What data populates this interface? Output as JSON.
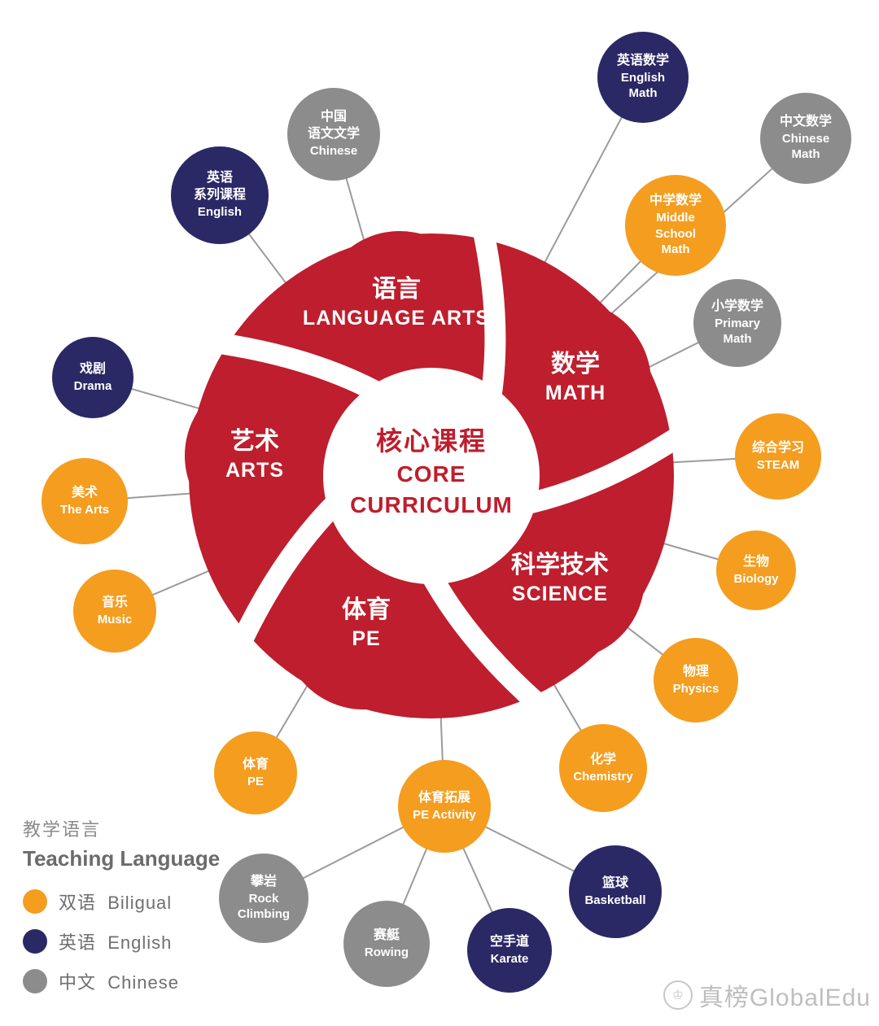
{
  "colors": {
    "wheel_red": "#BE1E2D",
    "bilingual_orange": "#F49D1F",
    "english_navy": "#2B2866",
    "chinese_gray": "#8C8C8C",
    "connector_line": "#9B9B9B"
  },
  "hub": {
    "center": [
      "核心课程",
      "CORE",
      "CURRICULUM"
    ],
    "blades": [
      {
        "zh": "语言",
        "en": "LANGUAGE ARTS"
      },
      {
        "zh": "数学",
        "en": "MATH"
      },
      {
        "zh": "科学技术",
        "en": "SCIENCE"
      },
      {
        "zh": "体育",
        "en": "PE"
      },
      {
        "zh": "艺术",
        "en": "ARTS"
      }
    ]
  },
  "satellites": [
    {
      "name": "english-course",
      "type": "english",
      "lines": [
        "英语",
        "系列课程",
        "English"
      ]
    },
    {
      "name": "chinese-language",
      "type": "chinese",
      "lines": [
        "中国",
        "语文文学",
        "Chinese"
      ]
    },
    {
      "name": "english-math",
      "type": "english",
      "lines": [
        "英语数学",
        "English",
        "Math"
      ]
    },
    {
      "name": "chinese-math",
      "type": "chinese",
      "lines": [
        "中文数学",
        "Chinese",
        "Math"
      ]
    },
    {
      "name": "middle-school-math",
      "type": "bilingual",
      "lines": [
        "中学数学",
        "Middle",
        "School",
        "Math"
      ]
    },
    {
      "name": "primary-math",
      "type": "chinese",
      "lines": [
        "小学数学",
        "Primary",
        "Math"
      ]
    },
    {
      "name": "steam",
      "type": "bilingual",
      "lines": [
        "综合学习",
        "STEAM"
      ]
    },
    {
      "name": "biology",
      "type": "bilingual",
      "lines": [
        "生物",
        "Biology"
      ]
    },
    {
      "name": "physics",
      "type": "bilingual",
      "lines": [
        "物理",
        "Physics"
      ]
    },
    {
      "name": "chemistry",
      "type": "bilingual",
      "lines": [
        "化学",
        "Chemistry"
      ]
    },
    {
      "name": "basketball",
      "type": "english",
      "lines": [
        "篮球",
        "Basketball"
      ]
    },
    {
      "name": "karate",
      "type": "english",
      "lines": [
        "空手道",
        "Karate"
      ]
    },
    {
      "name": "rowing",
      "type": "chinese",
      "lines": [
        "赛艇",
        "Rowing"
      ]
    },
    {
      "name": "rock-climbing",
      "type": "chinese",
      "lines": [
        "攀岩",
        "Rock",
        "Climbing"
      ]
    },
    {
      "name": "pe-activity",
      "type": "bilingual",
      "lines": [
        "体育拓展",
        "PE Activity"
      ]
    },
    {
      "name": "pe",
      "type": "bilingual",
      "lines": [
        "体育",
        "PE"
      ]
    },
    {
      "name": "music",
      "type": "bilingual",
      "lines": [
        "音乐",
        "Music"
      ]
    },
    {
      "name": "the-arts",
      "type": "bilingual",
      "lines": [
        "美术",
        "The Arts"
      ]
    },
    {
      "name": "drama",
      "type": "english",
      "lines": [
        "戏剧",
        "Drama"
      ]
    }
  ],
  "legend": {
    "title_zh": "教学语言",
    "title_en": "Teaching Language",
    "items": [
      {
        "zh": "双语",
        "en": "Biligual",
        "type": "bilingual"
      },
      {
        "zh": "英语",
        "en": "English",
        "type": "english"
      },
      {
        "zh": "中文",
        "en": "Chinese",
        "type": "chinese"
      }
    ]
  },
  "watermark": {
    "text": "真榜GlobalEdu"
  }
}
